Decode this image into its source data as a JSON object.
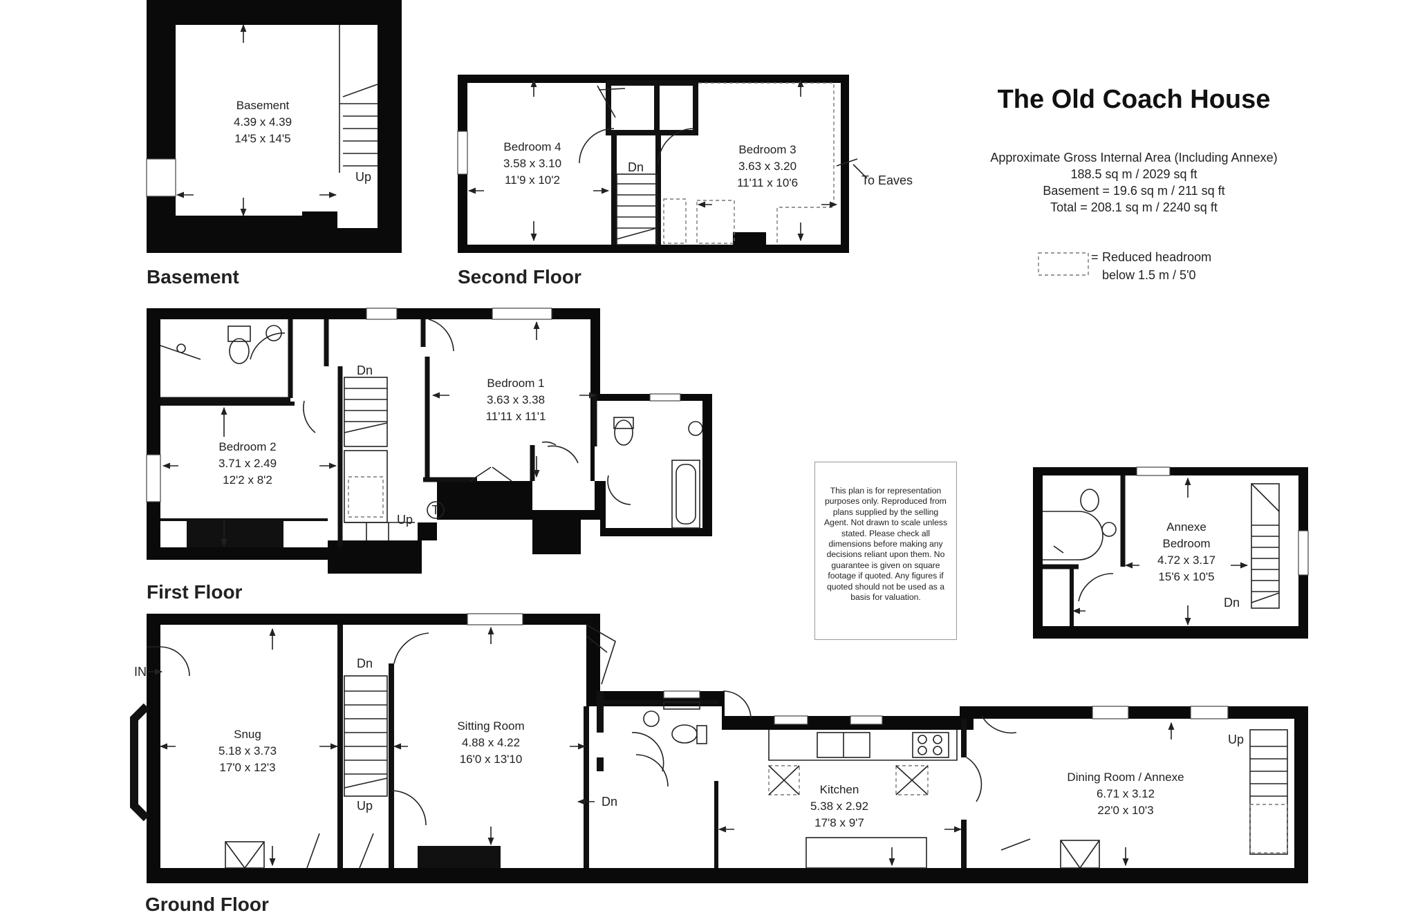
{
  "title": "The Old Coach House",
  "area": {
    "line1": "Approximate Gross Internal Area (Including Annexe)",
    "line2": "188.5 sq m / 2029 sq ft",
    "line3": "Basement = 19.6 sq m / 211 sq ft",
    "line4": "Total = 208.1 sq m / 2240 sq ft"
  },
  "legend": {
    "symbol": "=",
    "line1": "Reduced headroom",
    "line2": "below 1.5 m / 5'0"
  },
  "disclaimer": "This plan is for representation purposes only. Reproduced from plans supplied by the selling Agent. Not drawn to scale unless stated. Please check all dimensions before making any decisions reliant upon them. No guarantee is given on square footage if quoted. Any figures if quoted should not be used as a basis for valuation.",
  "floors": {
    "basement": "Basement",
    "second": "Second Floor",
    "first": "First Floor",
    "ground": "Ground Floor"
  },
  "rooms": {
    "basement": {
      "name": "Basement",
      "metric": "4.39 x 4.39",
      "imperial": "14'5 x 14'5"
    },
    "bedroom4": {
      "name": "Bedroom 4",
      "metric": "3.58 x 3.10",
      "imperial": "11'9 x 10'2"
    },
    "bedroom3": {
      "name": "Bedroom 3",
      "metric": "3.63 x 3.20",
      "imperial": "11'11 x 10'6"
    },
    "bedroom1": {
      "name": "Bedroom 1",
      "metric": "3.63 x 3.38",
      "imperial": "11'11 x 11'1"
    },
    "bedroom2": {
      "name": "Bedroom 2",
      "metric": "3.71 x 2.49",
      "imperial": "12'2 x 8'2"
    },
    "annexe": {
      "name1": "Annexe",
      "name2": "Bedroom",
      "metric": "4.72 x 3.17",
      "imperial": "15'6 x 10'5"
    },
    "snug": {
      "name": "Snug",
      "metric": "5.18 x 3.73",
      "imperial": "17'0 x 12'3"
    },
    "sitting": {
      "name": "Sitting Room",
      "metric": "4.88 x 4.22",
      "imperial": "16'0 x 13'10"
    },
    "kitchen": {
      "name": "Kitchen",
      "metric": "5.38 x 2.92",
      "imperial": "17'8 x 9'7"
    },
    "dining": {
      "name": "Dining Room / Annexe",
      "metric": "6.71 x 3.12",
      "imperial": "22'0 x 10'3"
    }
  },
  "labels": {
    "up": "Up",
    "dn": "Dn",
    "to_eaves": "To Eaves",
    "in": "IN",
    "tank": "T"
  },
  "colors": {
    "wall": "#0a0a0a",
    "text": "#222222"
  }
}
